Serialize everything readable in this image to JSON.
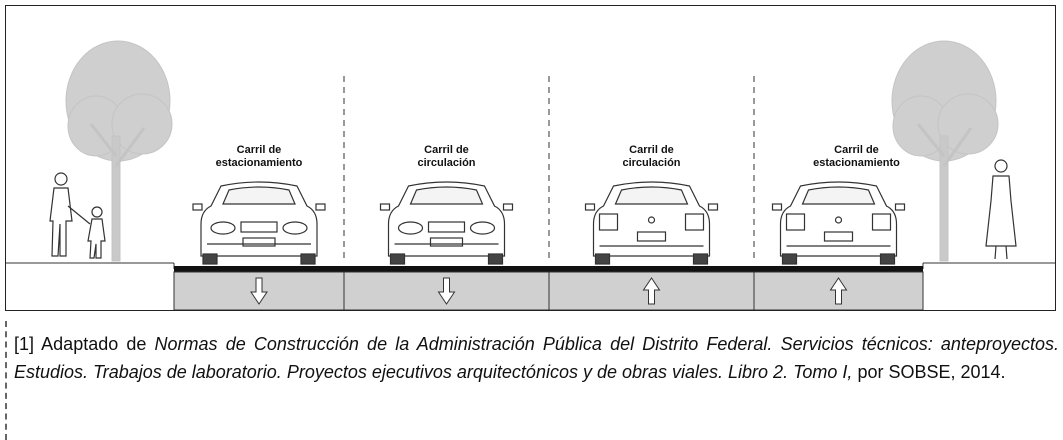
{
  "figure": {
    "lanes": [
      {
        "label_line1": "Carril de",
        "label_line2": "estacionamiento",
        "direction": "down",
        "vehicle": "car-front"
      },
      {
        "label_line1": "Carril de",
        "label_line2": "circulación",
        "direction": "down",
        "vehicle": "car-front"
      },
      {
        "label_line1": "Carril de",
        "label_line2": "circulación",
        "direction": "up",
        "vehicle": "car-rear"
      },
      {
        "label_line1": "Carril de",
        "label_line2": "estacionamiento",
        "direction": "up",
        "vehicle": "car-rear"
      }
    ],
    "colors": {
      "lane_fill": "#d0d0d0",
      "road_surface": "#111111",
      "tree": "#c9c9c9",
      "outline": "#333333"
    }
  },
  "caption": {
    "ref": "[1] Adaptado de ",
    "title_part1": "Normas de Construcción de la Administración Pública del Distrito Federal. Servicios técnicos: anteproyectos. Estudios. Trabajos de laboratorio. Proyectos ejecutivos arquitectónicos y de obras viales. Libro 2. Tomo I,",
    "suffix": " por SOBSE, 2014."
  }
}
